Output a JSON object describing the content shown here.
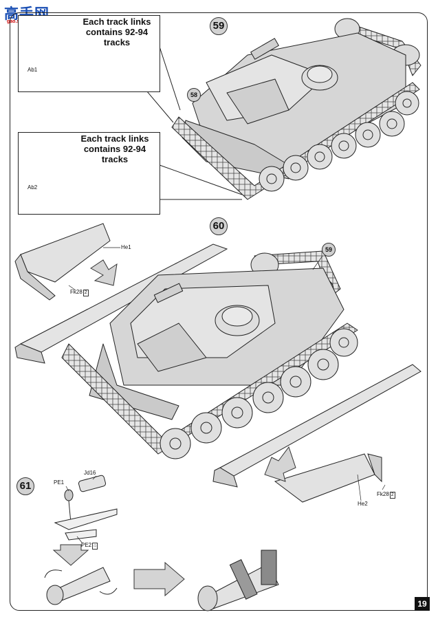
{
  "logo": {
    "chars": "高手网",
    "sub": "gao.shou.com"
  },
  "page_number": "19",
  "steps": {
    "s58": "58",
    "s59": "59",
    "s60": "60",
    "s61": "61",
    "ref59": "59"
  },
  "insets": [
    {
      "title": "Each track links\ncontains 92-94 tracks",
      "part": "Ab1"
    },
    {
      "title": "Each track links\ncontains 92-94 tracks",
      "part": "Ab2"
    }
  ],
  "parts": {
    "he1": "He1",
    "he2": "He2",
    "fk28_left": "Fk28",
    "fk28_left_qty": "2",
    "fk28_right": "Fk28",
    "fk28_right_qty": "2",
    "jd16": "Jd16",
    "pe1": "PE1",
    "pe2": "PE2",
    "pe2_mark": "⌂"
  }
}
